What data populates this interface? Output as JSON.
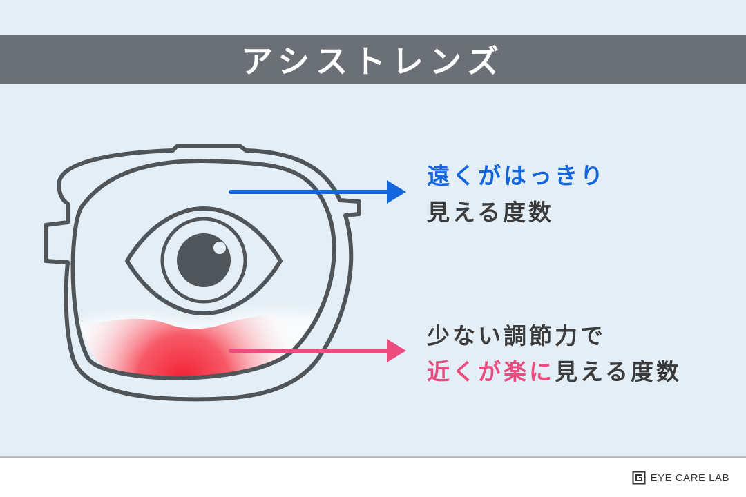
{
  "title": "アシストレンズ",
  "distance_label": {
    "highlight": "遠くがはっきり",
    "rest": "見える度数"
  },
  "near_label": {
    "line1": "少ない調節力で",
    "highlight": "近くが楽に",
    "rest": "見える度数"
  },
  "brand": {
    "name": "EYE CARE LAB",
    "logo_icon": "eye-care-lab-logo-icon"
  },
  "colors": {
    "background": "#e3eef6",
    "title_bar": "#6a7075",
    "frame": "#505559",
    "distance_arrow": "#1466dc",
    "near_arrow": "#ec4c80",
    "near_zone": "#f21e32"
  }
}
